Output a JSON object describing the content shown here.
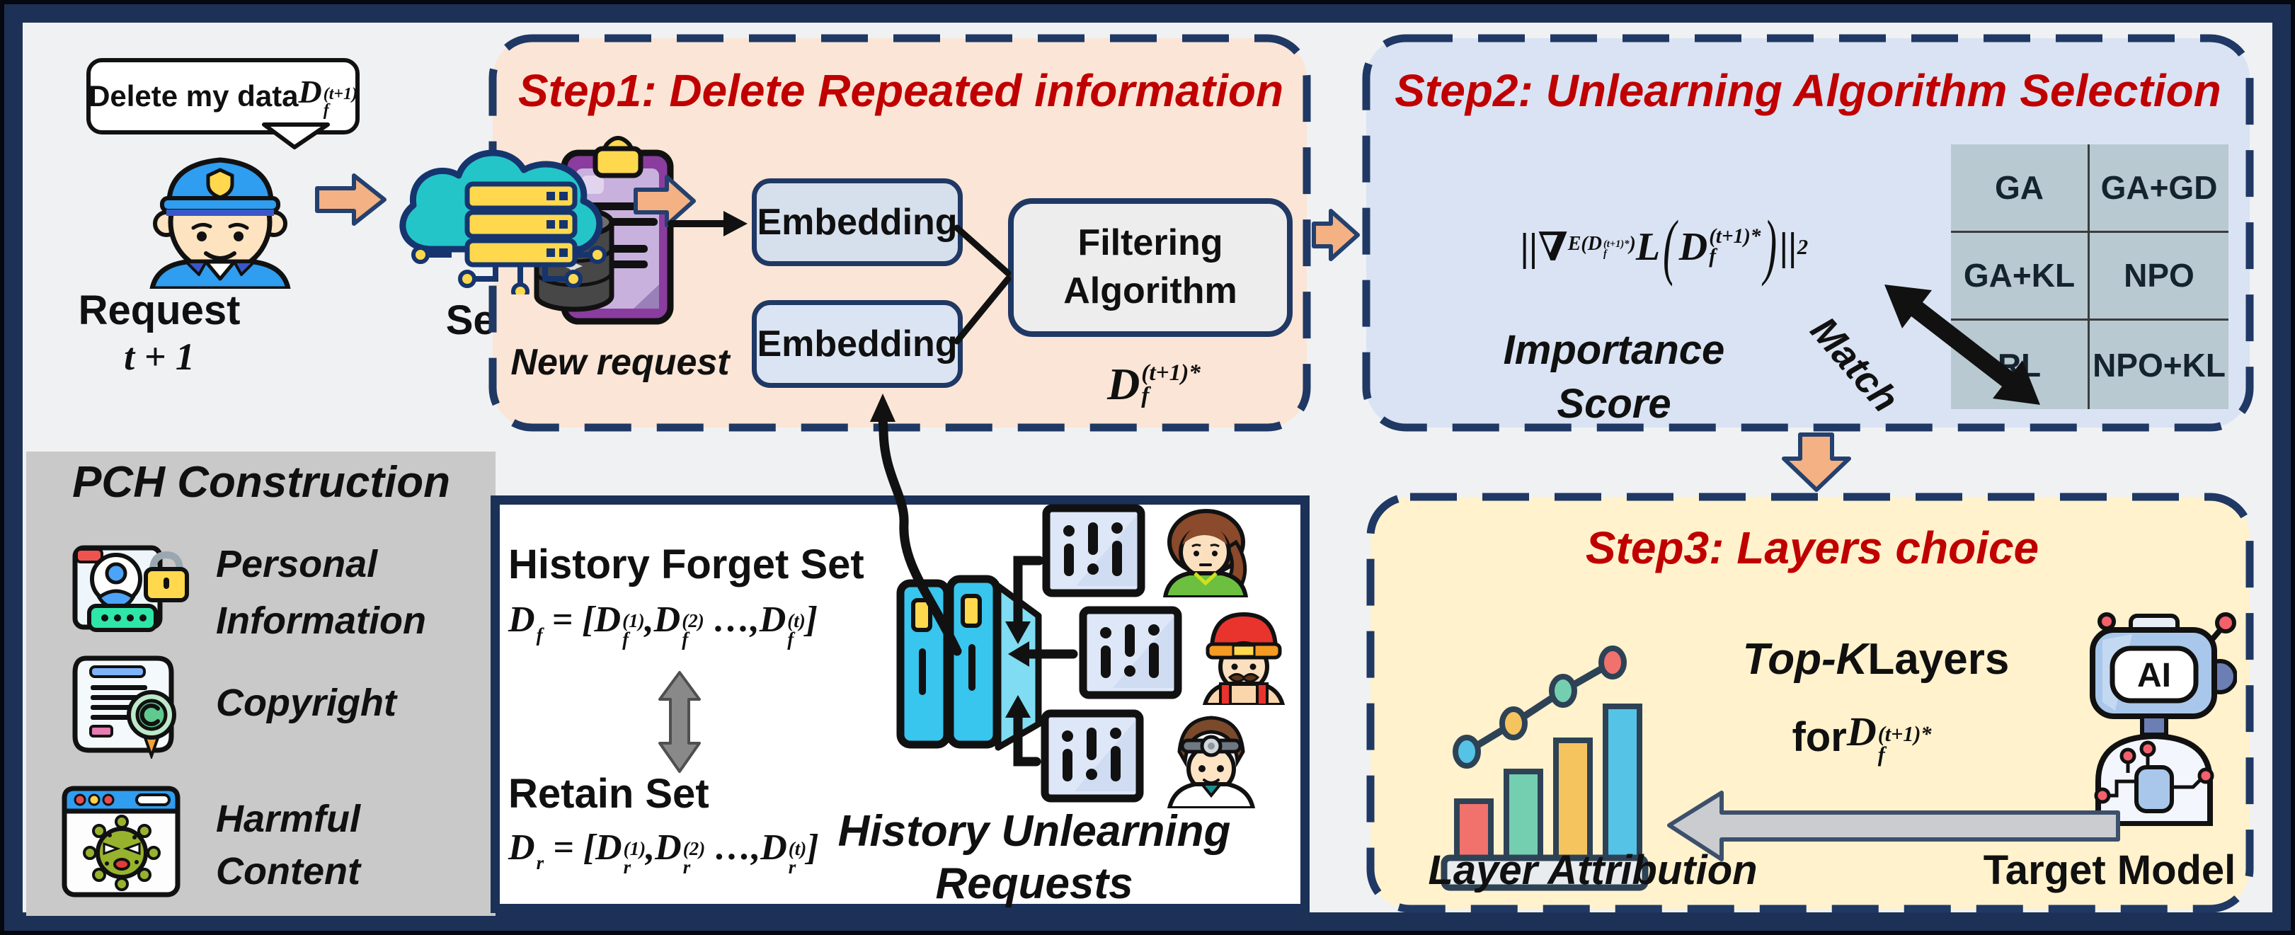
{
  "colors": {
    "red_title": "#C00000",
    "box_navy": "#1F3864",
    "step1_fill": "#FBE5D6",
    "step2_fill": "#DAE3F3",
    "step3_fill": "#FFF2CC",
    "pch_fill": "#C9C9C9",
    "history_fill": "#FFFFFF",
    "orange_arrow": "#F4B183",
    "table_fill": "#B8C9D1"
  },
  "bubble": {
    "text": "Delete my data ",
    "math": [
      {
        "b": "D",
        "sup": "(t+1)",
        "sub": "f"
      }
    ]
  },
  "actors": {
    "request_label": "Request",
    "request_time": "t + 1",
    "server_label": "Server"
  },
  "step1": {
    "title": "Step1: Delete Repeated information",
    "new_request": "New request",
    "embedding_top": "Embedding",
    "embedding_bottom": "Embedding",
    "filtering_line1": "Filtering",
    "filtering_line2": "Algorithm",
    "output_math": [
      {
        "b": "D",
        "sup": "(t+1)*",
        "sub": "f"
      }
    ]
  },
  "step2": {
    "title": "Step2: Unlearning Algorithm Selection",
    "formula": [
      {
        "t": "||∇"
      },
      {
        "dn": [
          {
            "t": "E("
          },
          {
            "b": "D",
            "sup": "(t+1)*",
            "sub": "f"
          },
          {
            "t": ")"
          }
        ]
      },
      {
        "t": " L "
      },
      {
        "t": "(",
        "stretch": true
      },
      {
        "b": "D",
        "sup": "(t+1)*",
        "sub": "f"
      },
      {
        "t": ")",
        "stretch": true
      },
      {
        "t": " ||"
      },
      {
        "sb": "2"
      }
    ],
    "importance_line1": "Importance",
    "importance_line2": "Score",
    "match_label": "Match",
    "table": {
      "rows": [
        [
          "GA",
          "GA+GD"
        ],
        [
          "GA+KL",
          "NPO"
        ],
        [
          "RL",
          "NPO+KL"
        ]
      ]
    }
  },
  "step3": {
    "title": "Step3: Layers choice",
    "topk_italic": "Top-K",
    "topk_rest": " Layers",
    "for_text": "for ",
    "for_math": [
      {
        "b": "D",
        "sup": "(t+1)*",
        "sub": "f"
      }
    ],
    "layer_attribution": "Layer Attribution",
    "target_model": "Target Model",
    "robot_face": "AI"
  },
  "pch": {
    "title": "PCH Construction",
    "item1_line1": "Personal",
    "item1_line2": "Information",
    "item2_line1": "Copyright",
    "item3_line1": "Harmful",
    "item3_line2": "Content"
  },
  "history": {
    "forget_title": "History Forget Set",
    "forget_math": [
      {
        "b": "D",
        "sub": "f"
      },
      {
        "t": " = ["
      },
      {
        "b": "D",
        "sup": "(1)",
        "sub": "f"
      },
      {
        "t": ","
      },
      {
        "b": "D",
        "sup": "(2)",
        "sub": "f"
      },
      {
        "t": " …,"
      },
      {
        "b": "D",
        "sup": "(t)",
        "sub": "f"
      },
      {
        "t": "]"
      }
    ],
    "retain_title": "Retain Set",
    "retain_math": [
      {
        "b": "D",
        "sub": "r"
      },
      {
        "t": " = ["
      },
      {
        "b": "D",
        "sup": "(1)",
        "sub": "r"
      },
      {
        "t": ","
      },
      {
        "b": "D",
        "sup": "(2)",
        "sub": "r"
      },
      {
        "t": " …,"
      },
      {
        "b": "D",
        "sup": "(t)",
        "sub": "r"
      },
      {
        "t": "]"
      }
    ],
    "caption_line1": "History Unlearning",
    "caption_line2": "Requests"
  }
}
